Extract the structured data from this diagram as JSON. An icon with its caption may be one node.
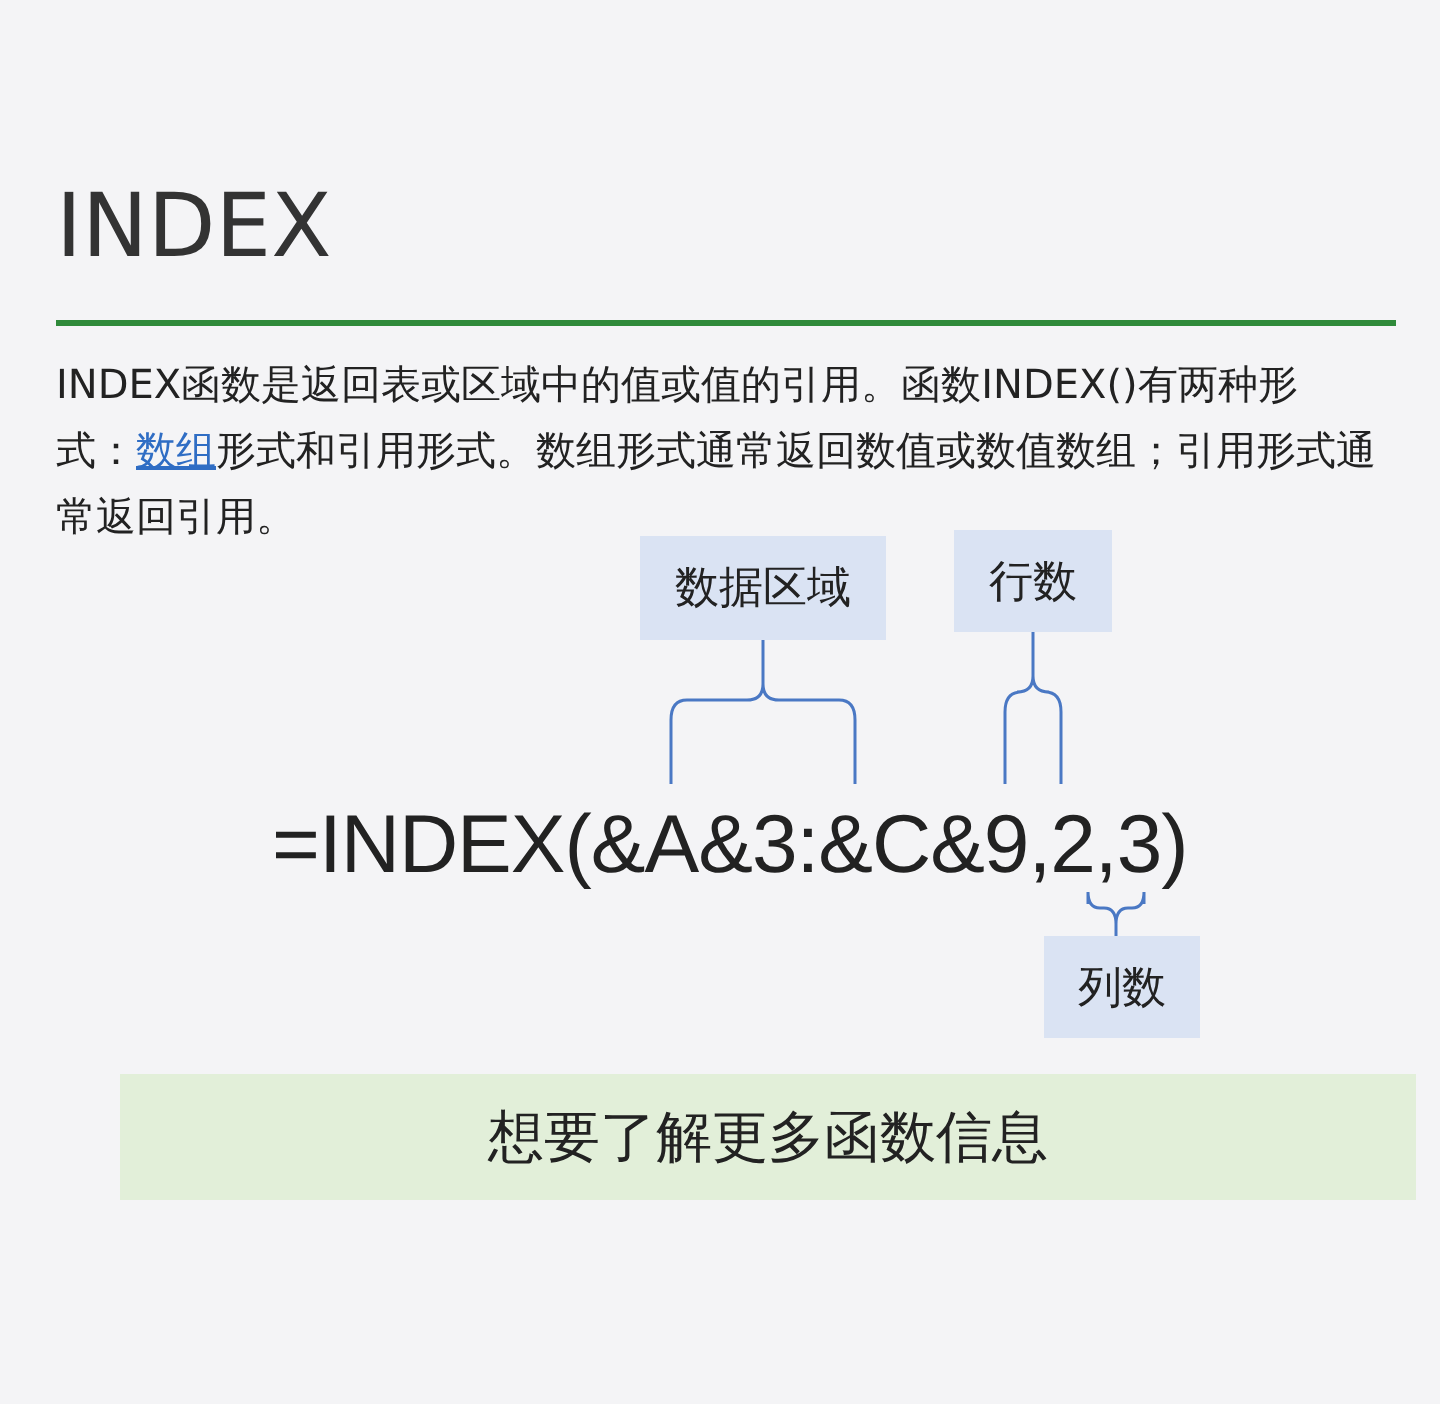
{
  "diagram": {
    "title": "INDEX",
    "nodes": [
      {
        "text": [
          "数据区域"
        ]
      },
      {
        "text": [
          "行数"
        ]
      },
      {
        "text": [
          "=INDEX(&A&3:&C&9,2,3)"
        ]
      },
      {
        "text": [
          "列数"
        ]
      },
      {
        "text": [
          "想要了解更多函数信息"
        ]
      }
    ],
    "edges": [
      {
        "from": 0,
        "to": 2,
        "arrow": "none"
      },
      {
        "from": 1,
        "to": 2,
        "arrow": "none"
      },
      {
        "from": 3,
        "to": 2,
        "arrow": "none"
      }
    ],
    "labels": [
      "INDEX函数是返回表或区域中的值或值的引用。函数INDEX()有两种形式：",
      "数组",
      "形式和引用形式。数组形式通常返回数值或数值数组；引用形式通常返回引用。"
    ]
  }
}
